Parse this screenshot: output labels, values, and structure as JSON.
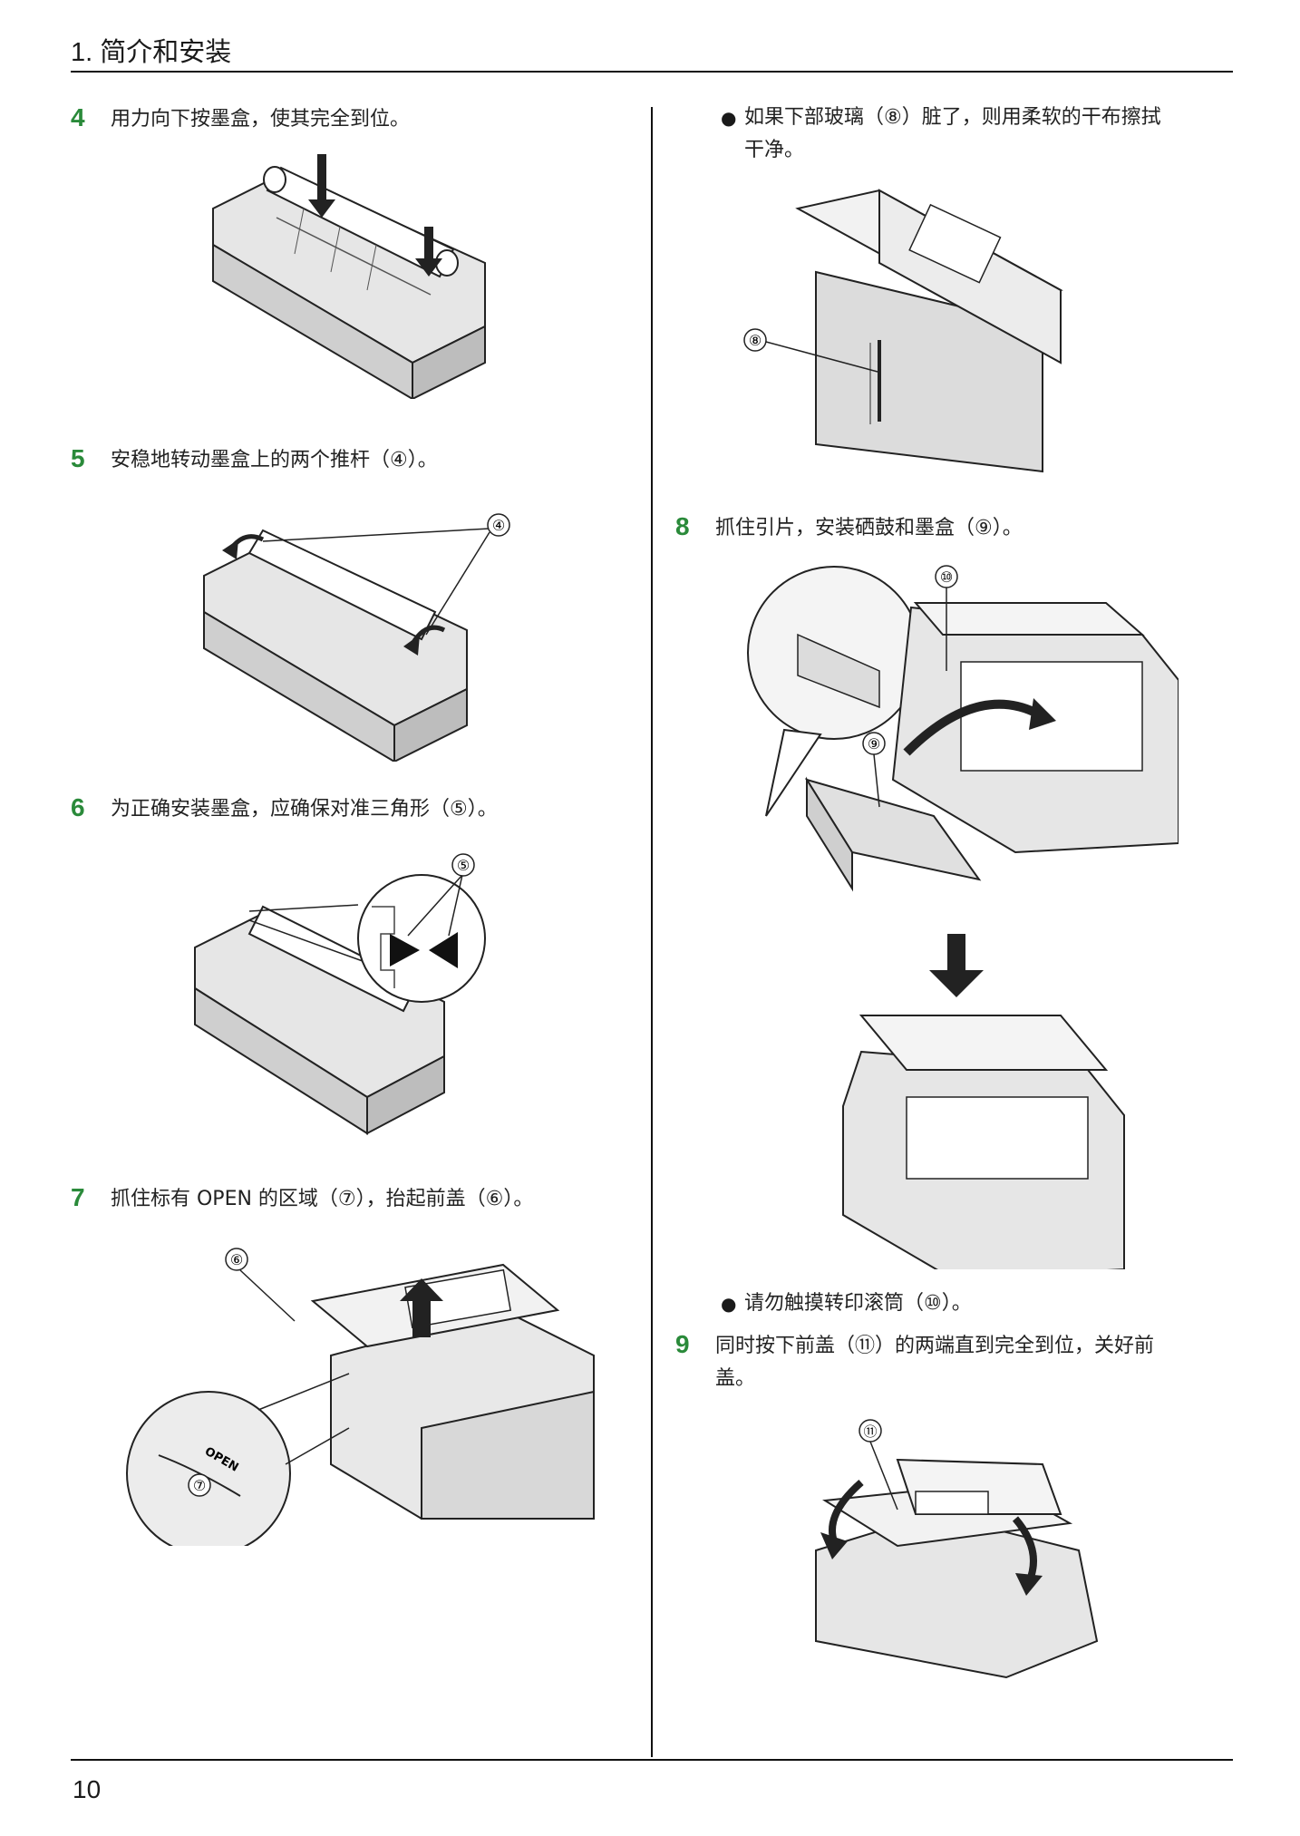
{
  "header": {
    "title": "1. 简介和安装"
  },
  "left_column": {
    "steps": [
      {
        "num": "4",
        "text": "用力向下按墨盒，使其完全到位。"
      },
      {
        "num": "5",
        "text": "安稳地转动墨盒上的两个推杆（④）。"
      },
      {
        "num": "6",
        "text": "为正确安装墨盒，应确保对准三角形（⑤）。"
      },
      {
        "num": "7",
        "text": "抓住标有 OPEN 的区域（⑦），抬起前盖（⑥）。"
      }
    ],
    "callouts": {
      "c4": "④",
      "c5": "⑤",
      "c6": "⑥",
      "c7": "⑦",
      "open_label": "OPEN"
    }
  },
  "right_column": {
    "bullet1": {
      "line1": "如果下部玻璃（⑧）脏了，则用柔软的干布擦拭",
      "line2": "干净。"
    },
    "steps": [
      {
        "num": "8",
        "text": "抓住引片，安装硒鼓和墨盒（⑨）。"
      },
      {
        "num": "9",
        "line1": "同时按下前盖（⑪）的两端直到完全到位，关好前",
        "line2": "盖。"
      }
    ],
    "bullet2": {
      "text": "请勿触摸转印滚筒（⑩）。"
    },
    "callouts": {
      "c8": "⑧",
      "c9": "⑨",
      "c10": "⑩",
      "c11": "⑪"
    }
  },
  "footer": {
    "page_number": "10"
  }
}
